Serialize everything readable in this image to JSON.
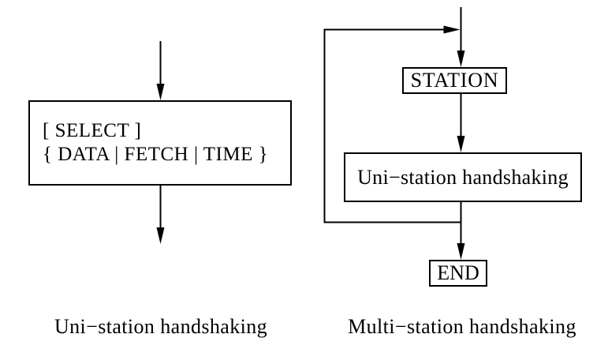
{
  "figure": {
    "background_color": "#ffffff",
    "line_color": "#000000",
    "left_diagram": {
      "box": {
        "line1": "[ SELECT ]",
        "line2": "{ DATA | FETCH | TIME }"
      },
      "caption": "Uni−station handshaking"
    },
    "right_diagram": {
      "station_box_label": "STATION",
      "process_box_label": "Uni−station handshaking",
      "end_box_label": "END",
      "caption": "Multi−station handshaking"
    }
  }
}
